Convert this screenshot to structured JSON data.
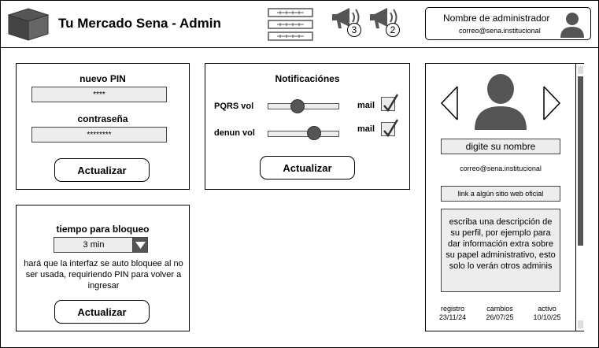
{
  "header": {
    "title": "Tu Mercado Sena - Admin",
    "logo_icon": "box-icon",
    "server_icon": "server-icon",
    "megaphones": [
      {
        "icon": "megaphone-icon",
        "count": "3"
      },
      {
        "icon": "megaphone-icon",
        "count": "2"
      }
    ],
    "admin": {
      "name": "Nombre de administrador",
      "email": "correo@sena.institucional",
      "avatar_icon": "user-avatar-icon"
    }
  },
  "pin_panel": {
    "pin_label": "nuevo PIN",
    "pin_value": "****",
    "password_label": "contraseña",
    "password_value": "********",
    "button_label": "Actualizar"
  },
  "notifications_panel": {
    "title": "Notificaciónes",
    "rows": [
      {
        "label": "PQRS vol",
        "volume": 0.42,
        "mail_label": "mail",
        "mail_checked": true
      },
      {
        "label": "denun vol",
        "volume": 0.65,
        "mail_label": "mail",
        "mail_checked": true
      }
    ],
    "button_label": "Actualizar"
  },
  "lock_panel": {
    "label": "tiempo para bloqueo",
    "selected": "3 min",
    "description": "hará que la interfaz se auto bloquee al no ser usada, requiriendo PIN para volver a ingresar",
    "button_label": "Actualizar"
  },
  "profile_panel": {
    "name_placeholder": "digite su nombre",
    "email": "correo@sena.institucional",
    "link_placeholder": "link a algún sitio web oficial",
    "description_placeholder": "escriba una descripción de su perfil, por ejemplo para dar información extra sobre su papel administrativo, esto solo lo verán otros adminis",
    "stats": [
      {
        "label": "registro",
        "value": "23/11/24"
      },
      {
        "label": "cambios",
        "value": "26/07/25"
      },
      {
        "label": "activo",
        "value": "10/10/25"
      }
    ]
  },
  "colors": {
    "border": "#000000",
    "field_bg": "#ededed",
    "icon_gray": "#555555"
  }
}
